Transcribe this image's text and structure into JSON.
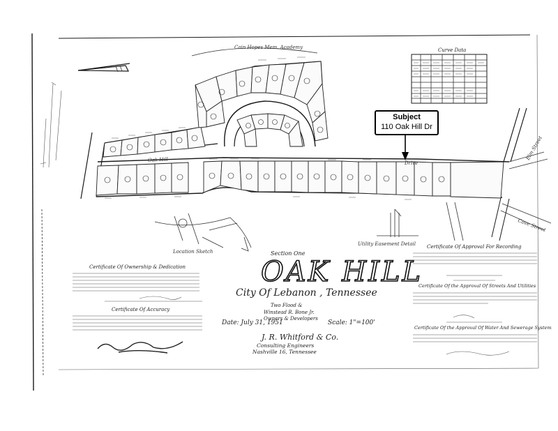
{
  "plat": {
    "section_label": "Section One",
    "title": "OAK HILL",
    "city": "City Of Lebanon , Tennessee",
    "area": "Two Flood &",
    "owner_line1": "Winstead R. Bone Jr.",
    "owner_line2": "Owners & Developers",
    "date_text": "Date: July 31, 1951",
    "scale_text": "Scale: 1\"=100'",
    "engineer_name": "J. R. Whitford & Co.",
    "engineer_line1": "Consulting Engineers",
    "engineer_line2": "Nashville 16, Tennessee"
  },
  "subject": {
    "label": "Subject",
    "address": "110 Oak Hill Dr"
  },
  "annotations": {
    "street_top": "Cain Hopes Mem. Academy",
    "oak_hill_road": "Oak Hill",
    "drive_label": "Drive",
    "elm_street": "Elm Street",
    "cove_street": "Cove Street",
    "location_sketch": "Location Sketch",
    "easement_detail": "Utility Easement Detail",
    "curve_data": "Curve Data"
  },
  "certificates": {
    "ownership_title": "Certificate Of Ownership & Dedication",
    "accuracy_title": "Certificate Of Accuracy",
    "recording_title": "Certificate Of Approval For Recording",
    "streets_title": "Certificate Of the Approval Of Streets And Utilities",
    "water_title": "Certificate Of the Approval Of Water And Sewerage System"
  }
}
